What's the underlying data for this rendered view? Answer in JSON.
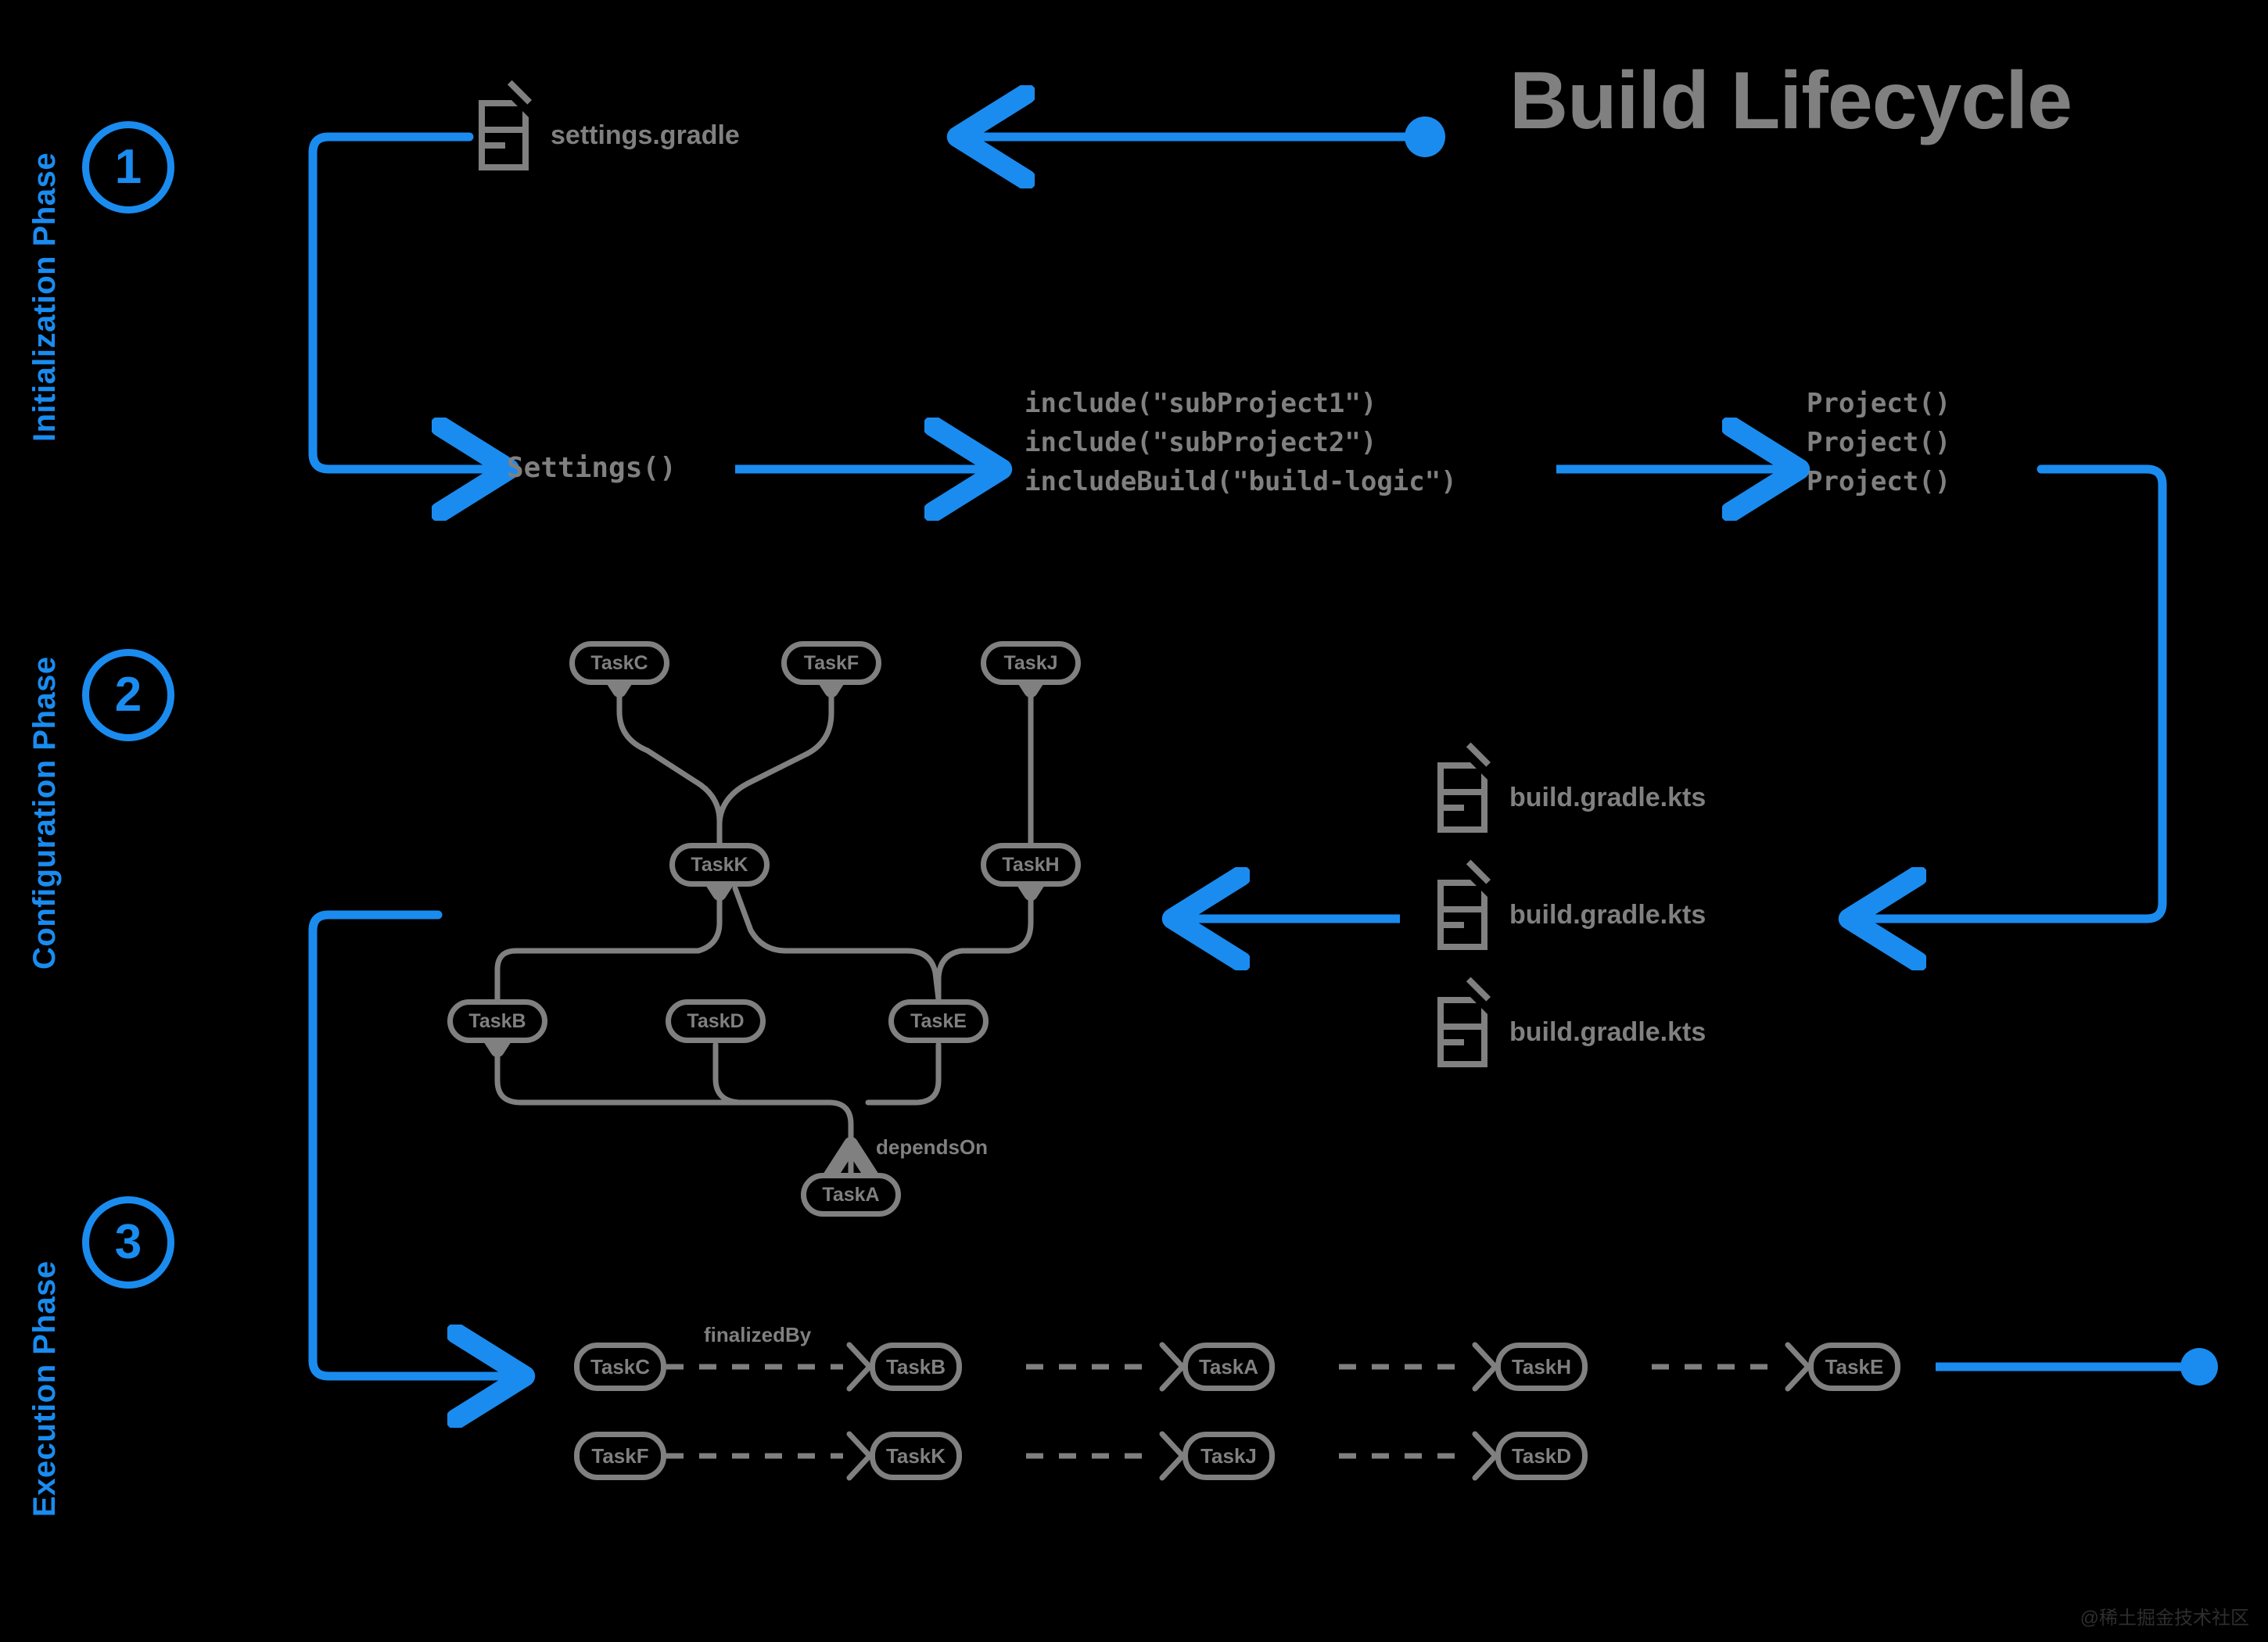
{
  "title": "Build Lifecycle",
  "colors": {
    "background": "#000000",
    "accent_blue": "#1a8cf0",
    "node_gray": "#808080",
    "watermark_gray": "#2e2e2e"
  },
  "phases": [
    {
      "number": "1",
      "label": "Initialization Phase"
    },
    {
      "number": "2",
      "label": "Configuration Phase"
    },
    {
      "number": "3",
      "label": "Execution Phase"
    }
  ],
  "initialization": {
    "settings_file_label": "settings.gradle",
    "settings_call": "Settings()",
    "includes": [
      "include(\"subProject1\")",
      "include(\"subProject2\")",
      "includeBuild(\"build-logic\")"
    ],
    "projects": [
      "Project()",
      "Project()",
      "Project()"
    ]
  },
  "configuration": {
    "build_files": [
      "build.gradle.kts",
      "build.gradle.kts",
      "build.gradle.kts"
    ],
    "graph_nodes": [
      {
        "id": "n_taskc",
        "label": "TaskC"
      },
      {
        "id": "n_taskf",
        "label": "TaskF"
      },
      {
        "id": "n_taskj",
        "label": "TaskJ"
      },
      {
        "id": "n_taskk",
        "label": "TaskK"
      },
      {
        "id": "n_taskh",
        "label": "TaskH"
      },
      {
        "id": "n_taskb",
        "label": "TaskB"
      },
      {
        "id": "n_taskd",
        "label": "TaskD"
      },
      {
        "id": "n_taske",
        "label": "TaskE"
      },
      {
        "id": "n_taska",
        "label": "TaskA"
      }
    ],
    "edge_note": "dependsOn"
  },
  "execution": {
    "row1": [
      "TaskC",
      "TaskB",
      "TaskA",
      "TaskH",
      "TaskE"
    ],
    "row2": [
      "TaskF",
      "TaskK",
      "TaskJ",
      "TaskD"
    ],
    "edge_note": "finalizedBy"
  },
  "watermark": "@稀土掘金技术社区"
}
